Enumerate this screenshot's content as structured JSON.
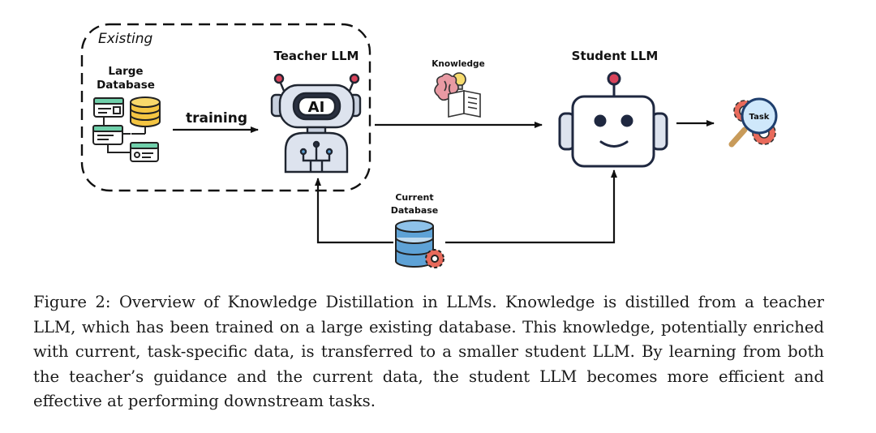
{
  "diagram": {
    "existing_label": "Existing",
    "large_db_line1": "Large",
    "large_db_line2": "Database",
    "training_label": "training",
    "teacher_label": "Teacher LLM",
    "teacher_screen_text": "AI",
    "knowledge_label": "Knowledge",
    "student_label": "Student LLM",
    "task_label": "Task",
    "current_db_line1": "Current",
    "current_db_line2": "Database"
  },
  "caption": {
    "text": "Figure 2: Overview of Knowledge Distillation in LLMs. Knowledge is distilled from a teacher LLM, which has been trained on a large existing database. This knowledge, potentially enriched with current, task-specific data, is transferred to a smaller student LLM. By learning from both the teacher’s guidance and the current data, the student LLM becomes more efficient and effective at performing downstream tasks."
  },
  "colors": {
    "teacher_body": "#dde3ee",
    "accent_red": "#d9435b",
    "database_blue": "#5ea2d6",
    "data_card_green": "#6fcfaa",
    "database_yellow": "#f4c542",
    "task_lens": "#cfe8fb",
    "gear_red": "#e86a5b"
  },
  "icons": [
    "data-cards-icon",
    "database-icon",
    "robot-teacher-icon",
    "brain-book-icon",
    "robot-student-icon",
    "magnifier-gear-icon",
    "database-gear-icon"
  ]
}
